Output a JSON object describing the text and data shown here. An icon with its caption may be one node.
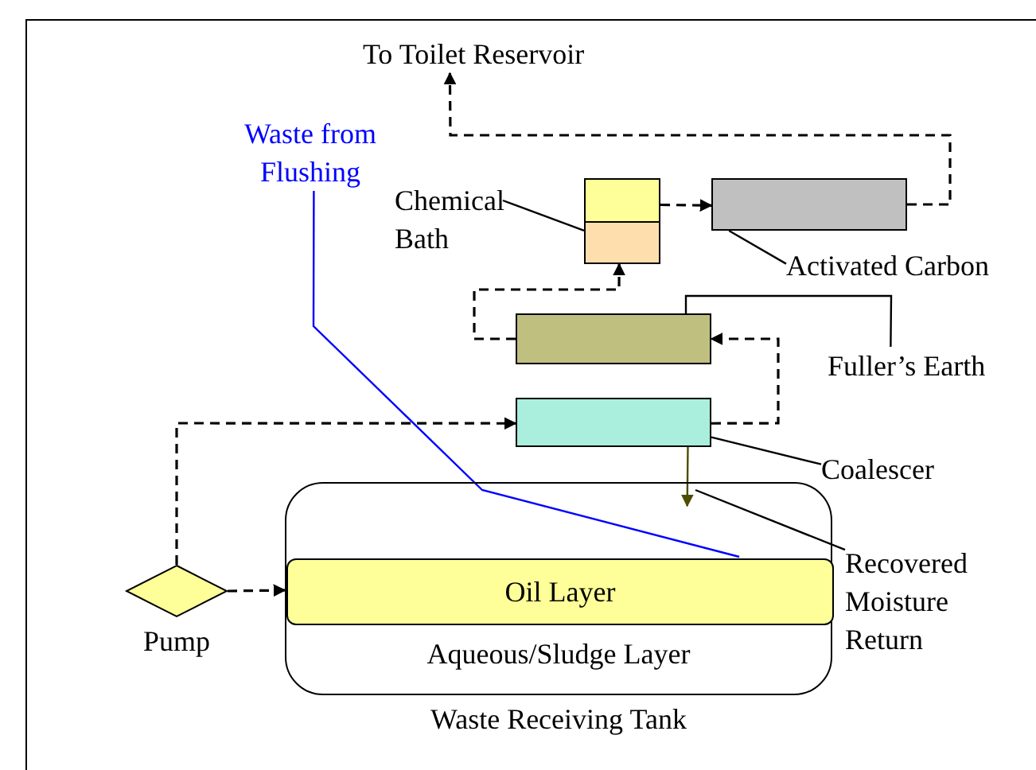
{
  "diagram": {
    "nodes": [
      {
        "text": [
          "To Toilet Reservoir"
        ]
      },
      {
        "text": [
          "Waste from Flushing"
        ]
      },
      {
        "text": [
          "Chemical Bath"
        ]
      },
      {
        "text": [],
        "shape": "box"
      },
      {
        "text": [],
        "shape": "box"
      },
      {
        "text": [
          "Activated Carbon"
        ]
      },
      {
        "text": [],
        "shape": "box"
      },
      {
        "text": [
          "Fuller’s Earth"
        ]
      },
      {
        "text": [],
        "shape": "box"
      },
      {
        "text": [
          "Coalescer"
        ]
      },
      {
        "text": [],
        "shape": "diamond",
        "beside": [
          "Pump"
        ]
      },
      {
        "text": [
          "Aqueous/Sludge Layer"
        ],
        "beside": [
          "Waste Receiving Tank"
        ]
      },
      {
        "text": [
          "Oil Layer"
        ],
        "in": 11
      },
      {
        "text": [
          "Recovered Moisture Return"
        ]
      }
    ],
    "edges": [
      {
        "from": 10,
        "to": 8,
        "arrow": "to",
        "style": "dashed"
      },
      {
        "from": 10,
        "to": 12,
        "arrow": "to",
        "style": "dashed"
      },
      {
        "from": 8,
        "to": 6,
        "arrow": "to",
        "style": "dashed"
      },
      {
        "from": 6,
        "to": 3,
        "arrow": "to",
        "style": "dashed"
      },
      {
        "from": 3,
        "to": 4,
        "arrow": "to",
        "style": "dashed"
      },
      {
        "from": 4,
        "to": 0,
        "arrow": "to",
        "style": "dashed"
      },
      {
        "from": 8,
        "to": 11,
        "arrow": "to",
        "color": "#4d4d00"
      },
      {
        "from": 1,
        "to": 12,
        "arrow": "none",
        "color": "#0000ff"
      },
      {
        "from": 9,
        "to": 8,
        "arrow": "none"
      },
      {
        "from": 7,
        "to": 6,
        "arrow": "none"
      },
      {
        "from": 2,
        "to": 3,
        "arrow": "none"
      },
      {
        "from": 5,
        "to": 4,
        "arrow": "none"
      },
      {
        "from": 13,
        "to": 11,
        "arrow": "none"
      }
    ]
  }
}
